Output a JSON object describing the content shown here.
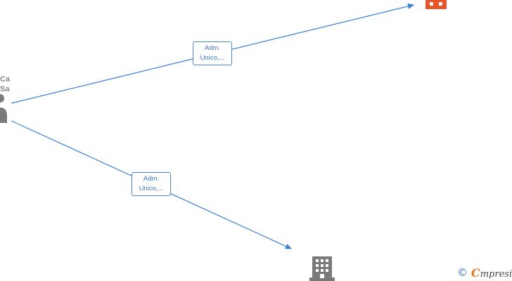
{
  "person": {
    "name_lines": [
      "Cathy",
      "Sarah"
    ],
    "icon": "person-icon",
    "color": "#7a7a7a"
  },
  "companies": [
    {
      "icon": "building-icon",
      "color": "#e8542a"
    },
    {
      "icon": "building-icon",
      "color": "#7a7a7a"
    }
  ],
  "edges": [
    {
      "label_lines": [
        "Adm.",
        "Unico,..."
      ]
    },
    {
      "label_lines": [
        "Adm.",
        "Unico,..."
      ]
    }
  ],
  "colors": {
    "edge": "#3a7fd0"
  },
  "brand": {
    "copyright": "©",
    "initial": "C",
    "rest": "mpresia"
  }
}
